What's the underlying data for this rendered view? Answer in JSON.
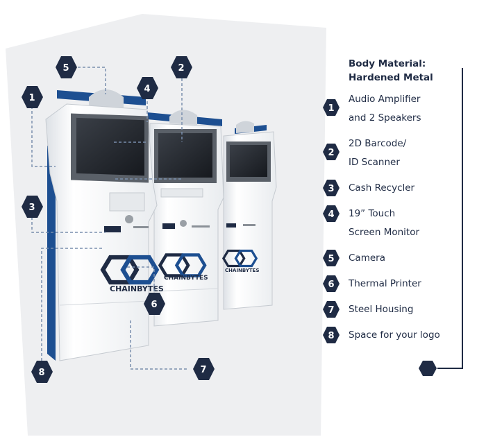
{
  "brand": "CHAINBYTES",
  "colors": {
    "navy": "#1f2b44",
    "accent_blue": "#1d4f91",
    "panel_gray": "#eeeff1"
  },
  "legend": {
    "title_line1": "Body Material:",
    "title_line2": "Hardened Metal",
    "items": [
      {
        "num": "1",
        "line1": "Audio Amplifier",
        "line2": "and 2 Speakers"
      },
      {
        "num": "2",
        "line1": "2D Barcode/",
        "line2": "ID Scanner"
      },
      {
        "num": "3",
        "line1": "Cash Recycler",
        "line2": ""
      },
      {
        "num": "4",
        "line1": "19” Touch",
        "line2": "Screen Monitor"
      },
      {
        "num": "5",
        "line1": "Camera",
        "line2": ""
      },
      {
        "num": "6",
        "line1": "Thermal Printer",
        "line2": ""
      },
      {
        "num": "7",
        "line1": "Steel Housing",
        "line2": ""
      },
      {
        "num": "8",
        "line1": "Space for your logo",
        "line2": ""
      }
    ]
  },
  "callouts": [
    "1",
    "2",
    "3",
    "4",
    "5",
    "6",
    "7",
    "8"
  ]
}
